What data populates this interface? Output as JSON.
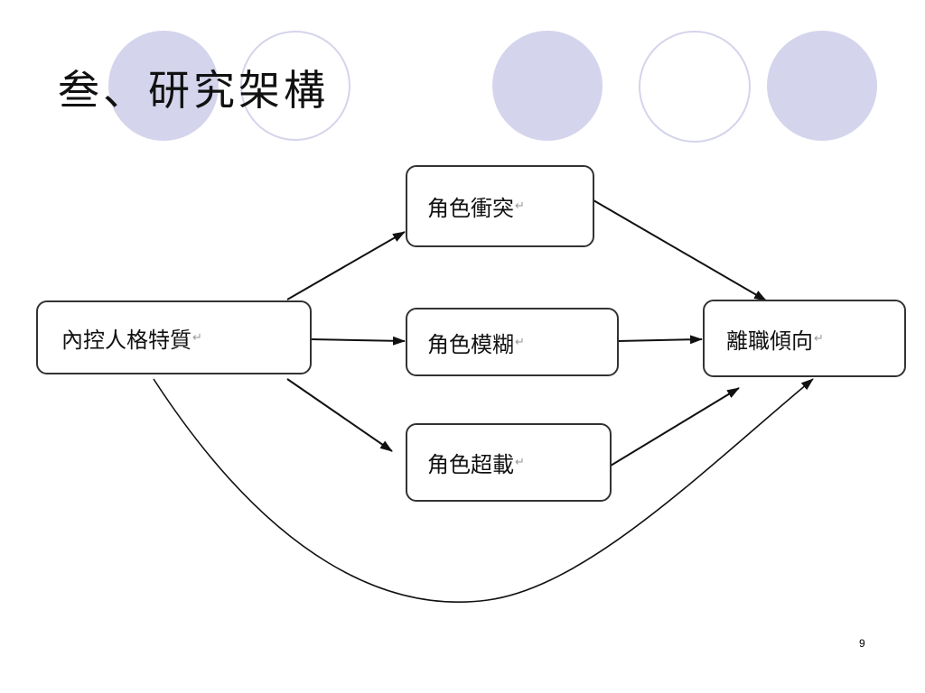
{
  "slide": {
    "title": "叁、研究架構",
    "page_number": "9",
    "accent_color": "#d4d4ec"
  },
  "diagram": {
    "paragraph_mark": "↵",
    "nodes": [
      {
        "id": "internal",
        "label": "內控人格特質"
      },
      {
        "id": "conflict",
        "label": "角色衝突"
      },
      {
        "id": "ambiguity",
        "label": "角色模糊"
      },
      {
        "id": "overload",
        "label": "角色超載"
      },
      {
        "id": "turnover",
        "label": "離職傾向"
      }
    ],
    "edges": [
      {
        "from": "internal",
        "to": "conflict"
      },
      {
        "from": "internal",
        "to": "ambiguity"
      },
      {
        "from": "internal",
        "to": "overload"
      },
      {
        "from": "conflict",
        "to": "turnover"
      },
      {
        "from": "ambiguity",
        "to": "turnover"
      },
      {
        "from": "overload",
        "to": "turnover"
      },
      {
        "from": "internal",
        "to": "turnover"
      }
    ]
  }
}
